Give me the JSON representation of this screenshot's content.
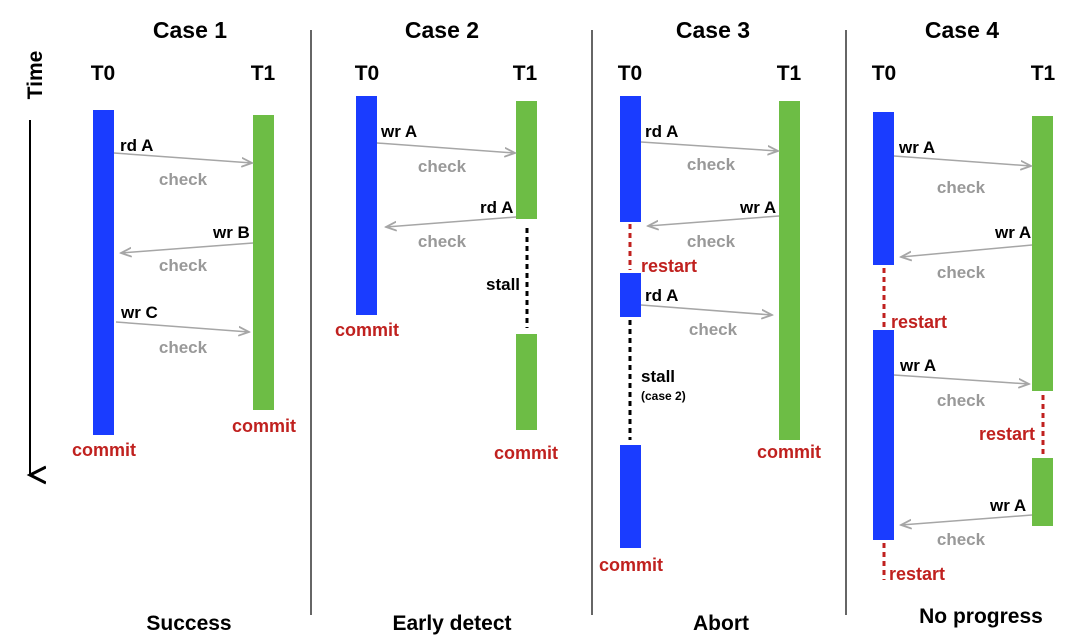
{
  "time_label": "Time",
  "colors": {
    "t0": "#1a3cff",
    "t1": "#6dbd45",
    "restart": "#c0211f",
    "check": "#999999"
  },
  "cases": [
    {
      "title": "Case 1",
      "t0": "T0",
      "t1": "T1",
      "footer": "Success",
      "ops": [
        "rd A",
        "wr B",
        "wr C"
      ],
      "check": "check",
      "commit": "commit"
    },
    {
      "title": "Case 2",
      "t0": "T0",
      "t1": "T1",
      "footer": "Early detect",
      "ops": [
        "wr A",
        "rd A"
      ],
      "check": "check",
      "commit": "commit",
      "stall": "stall"
    },
    {
      "title": "Case 3",
      "t0": "T0",
      "t1": "T1",
      "footer": "Abort",
      "ops": [
        "rd A",
        "wr A",
        "rd A"
      ],
      "check": "check",
      "commit": "commit",
      "restart": "restart",
      "stall": "stall",
      "stall_note": "(case 2)"
    },
    {
      "title": "Case 4",
      "t0": "T0",
      "t1": "T1",
      "footer": "No progress",
      "ops": [
        "wr A",
        "wr A",
        "wr A",
        "wr A"
      ],
      "check": "check",
      "restart": "restart"
    }
  ]
}
